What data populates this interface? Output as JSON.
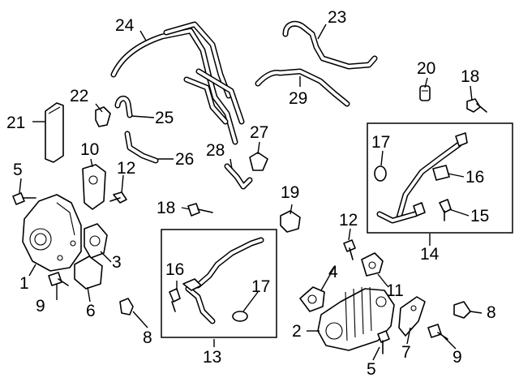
{
  "diagram": {
    "type": "exploded-parts-diagram",
    "callouts": {
      "c1": "1",
      "c2": "2",
      "c3": "3",
      "c4": "4",
      "c5a": "5",
      "c5b": "5",
      "c6": "6",
      "c7": "7",
      "c8a": "8",
      "c8b": "8",
      "c9a": "9",
      "c9b": "9",
      "c10": "10",
      "c11": "11",
      "c12a": "12",
      "c12b": "12",
      "c13": "13",
      "c14": "14",
      "c15": "15",
      "c16a": "16",
      "c16b": "16",
      "c17a": "17",
      "c17b": "17",
      "c18a": "18",
      "c18b": "18",
      "c19": "19",
      "c20": "20",
      "c21": "21",
      "c22": "22",
      "c23": "23",
      "c24": "24",
      "c25": "25",
      "c26": "26",
      "c27": "27",
      "c28": "28",
      "c29": "29"
    },
    "groups": [
      "13",
      "14"
    ]
  }
}
